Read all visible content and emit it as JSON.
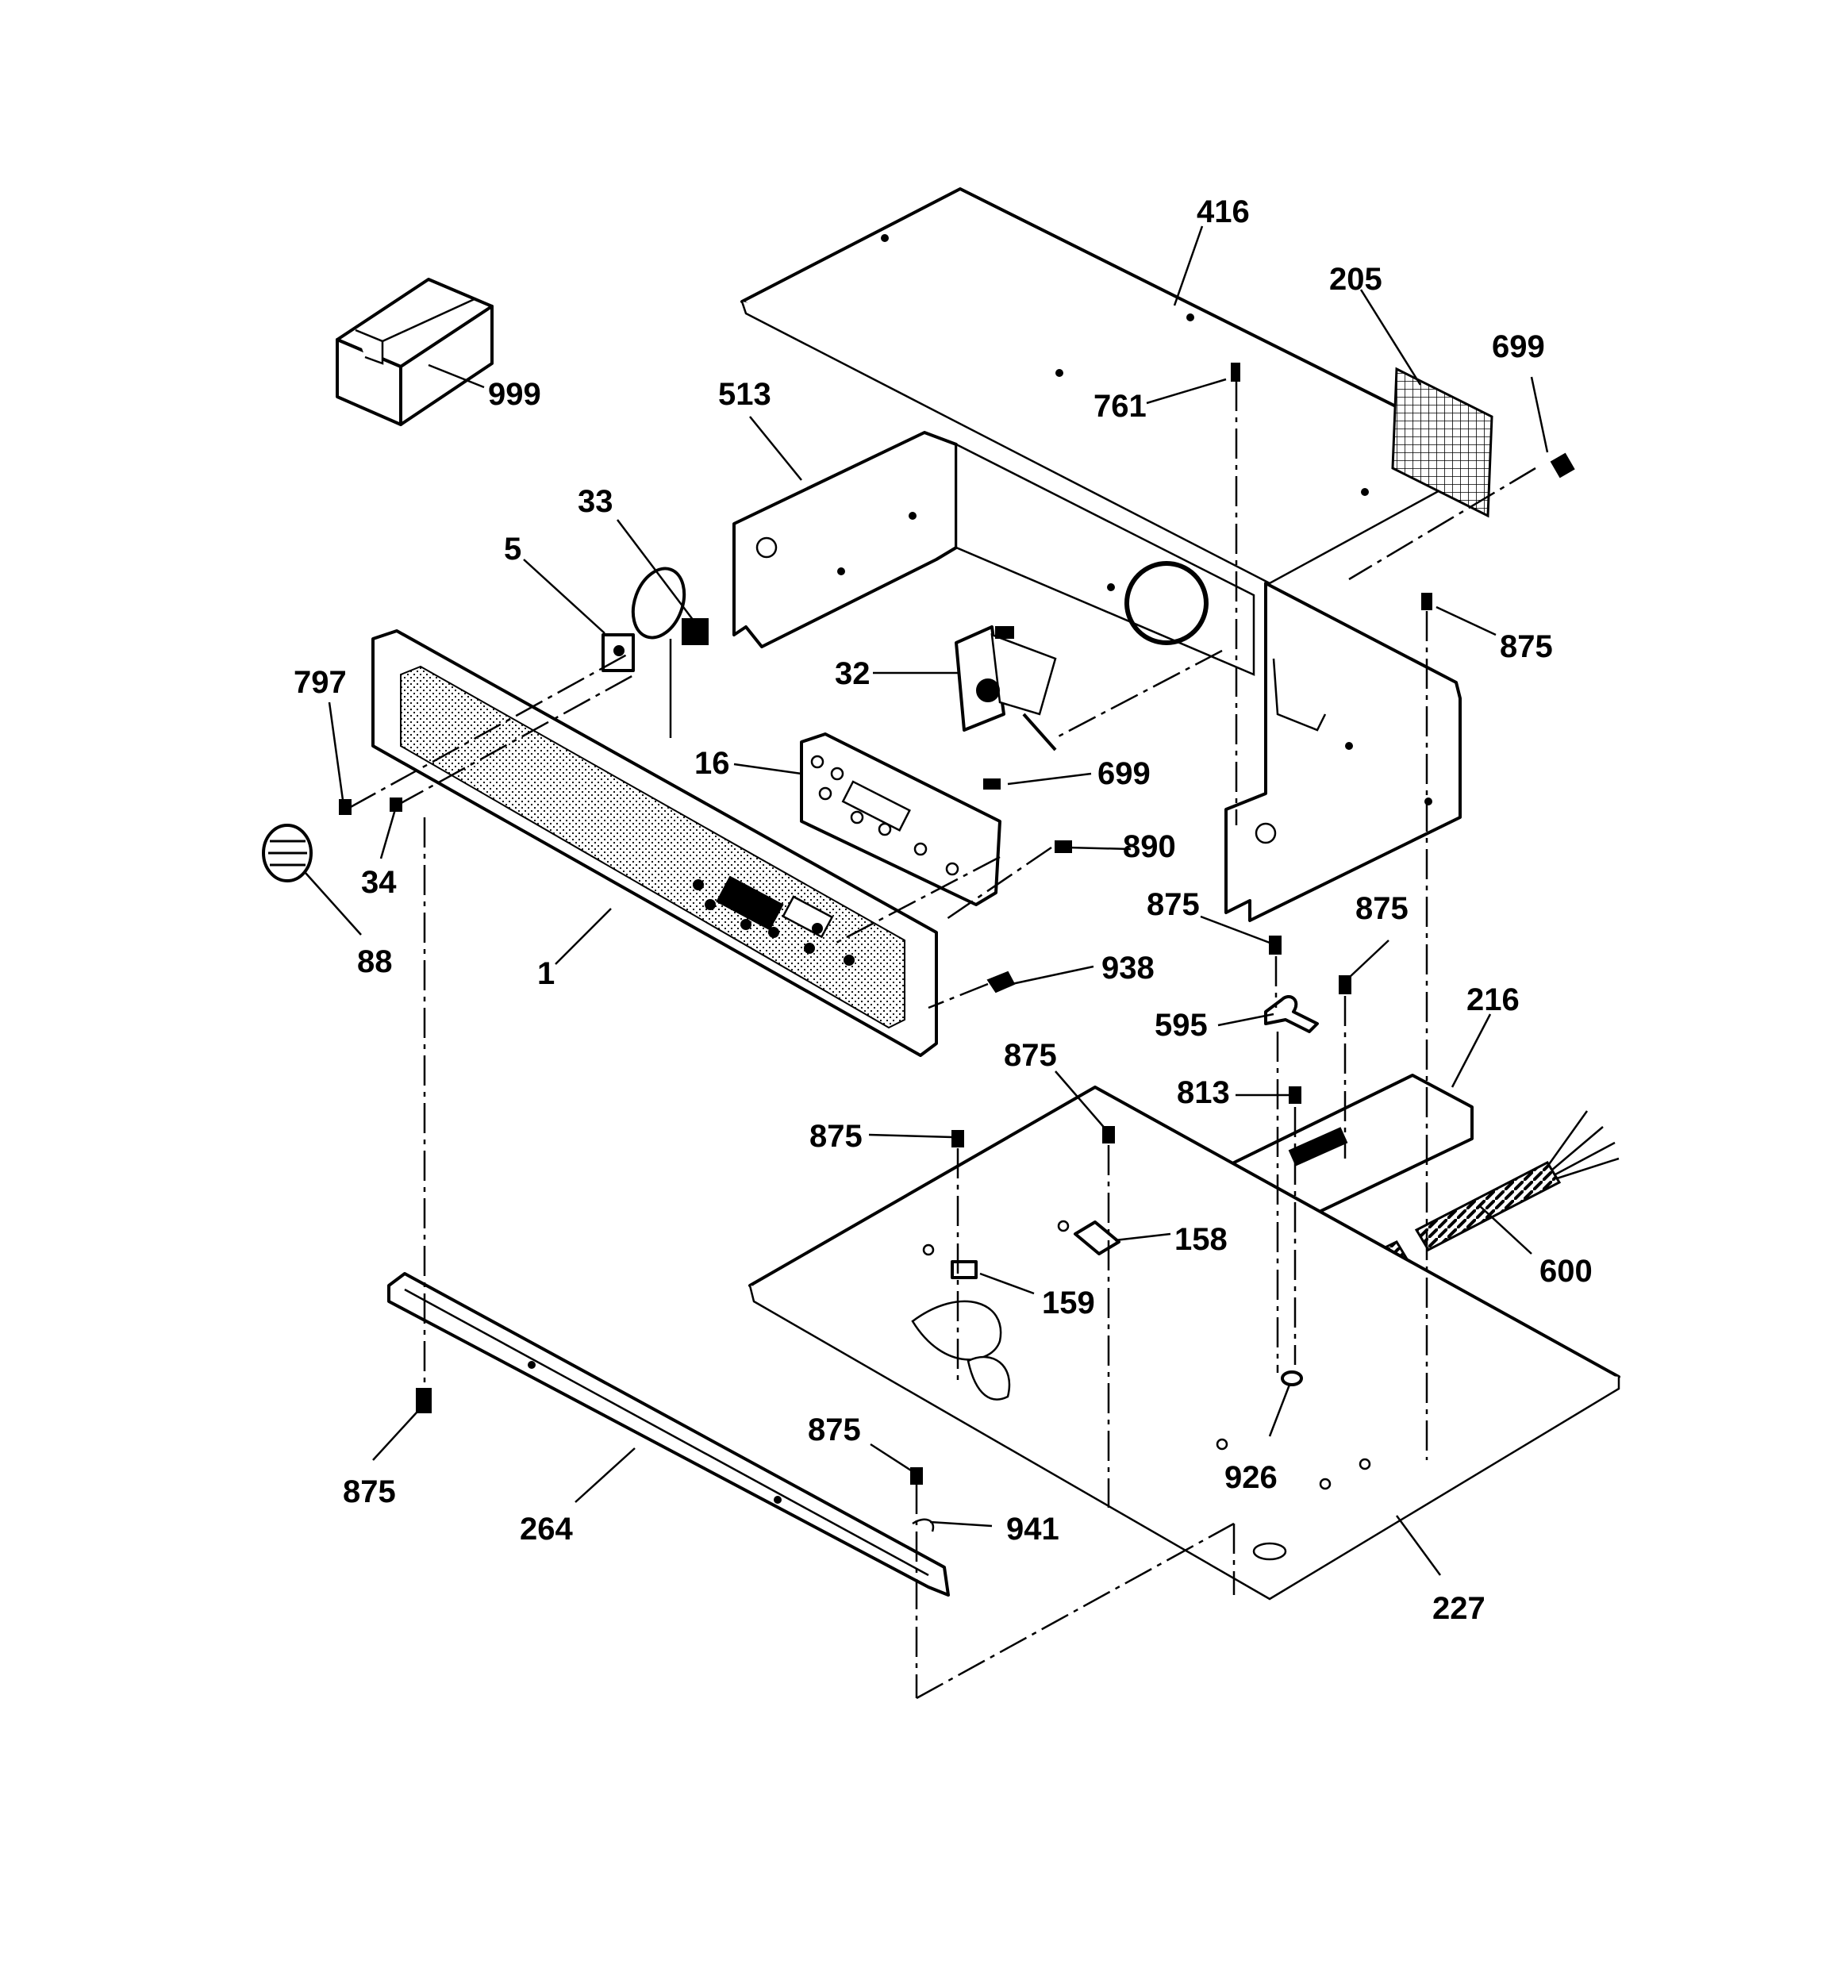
{
  "callouts": {
    "p416": "416",
    "p205": "205",
    "p699_top": "699",
    "p761": "761",
    "p513": "513",
    "p999": "999",
    "p33": "33",
    "p5": "5",
    "p875_topright": "875",
    "p32": "32",
    "p797": "797",
    "p16": "16",
    "p699_mid": "699",
    "p890": "890",
    "p34": "34",
    "p88": "88",
    "p1": "1",
    "p875_side_left": "875",
    "p875_side_right": "875",
    "p938": "938",
    "p216": "216",
    "p595": "595",
    "p875_base_mid": "875",
    "p813": "813",
    "p875_base_left": "875",
    "p158": "158",
    "p600": "600",
    "p159": "159",
    "p926": "926",
    "p875_rail": "875",
    "p875_front": "875",
    "p941": "941",
    "p264": "264",
    "p227": "227"
  }
}
